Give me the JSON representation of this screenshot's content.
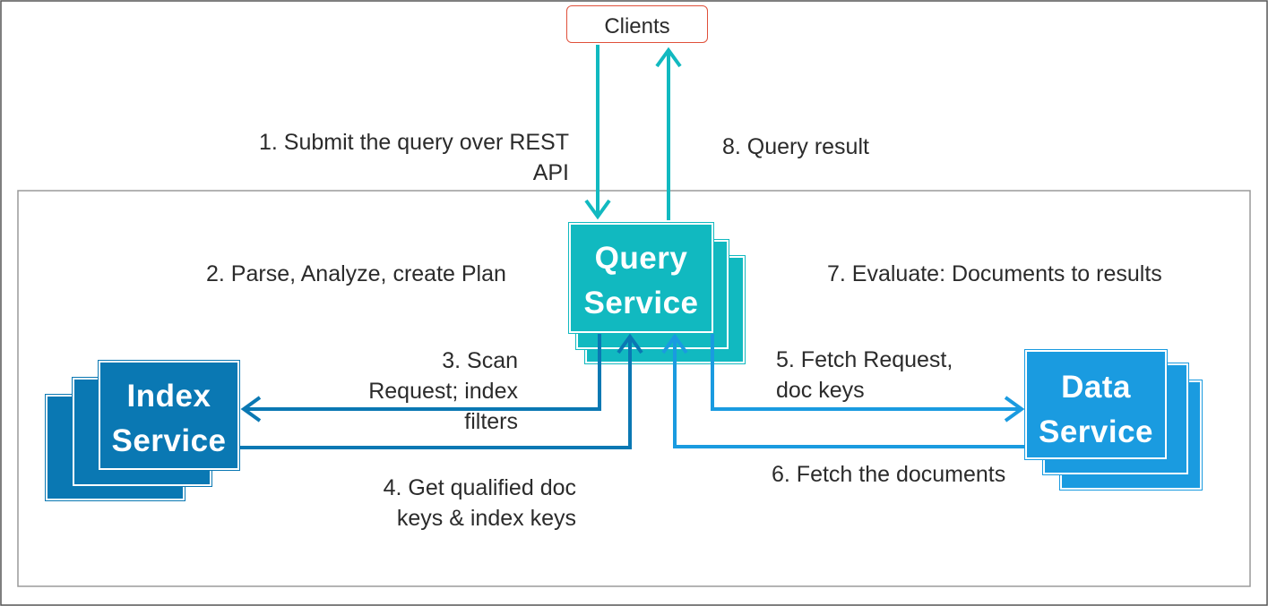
{
  "nodes": {
    "clients": "Clients",
    "query_service": [
      "Query",
      "Service"
    ],
    "index_service": [
      "Index",
      "Service"
    ],
    "data_service": [
      "Data",
      "Service"
    ]
  },
  "steps": {
    "s1": [
      "1. Submit the query over REST",
      "API"
    ],
    "s2": "2. Parse, Analyze, create Plan",
    "s3": [
      "3.  Scan",
      "Request; index",
      "filters"
    ],
    "s4": [
      "4. Get qualified doc",
      "keys & index keys"
    ],
    "s5": [
      "5. Fetch Request,",
      "doc keys"
    ],
    "s6": "6. Fetch the documents",
    "s7": "7. Evaluate: Documents to results",
    "s8": "8. Query result"
  },
  "colors": {
    "query": "#11b9c0",
    "index": "#0a78b3",
    "data": "#1a9be0",
    "clients_border": "#e0503a",
    "frame": "#9a9a9a"
  }
}
